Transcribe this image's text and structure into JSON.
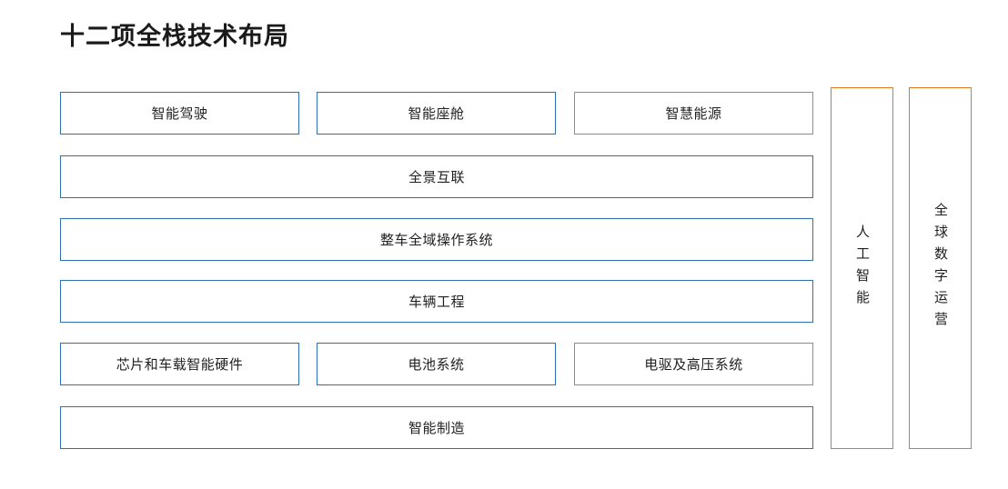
{
  "title": "十二项全栈技术布局",
  "colors": {
    "blue": "#2f6fb5",
    "orange": "#e07820",
    "text": "#1f1f1f"
  },
  "rows": [
    {
      "row_index": 0,
      "cells": [
        {
          "label": "智能驾驶",
          "color": "blue"
        },
        {
          "label": "智能座舱",
          "color": "blue"
        },
        {
          "label": "智慧能源",
          "color": "orange"
        }
      ]
    },
    {
      "row_index": 1,
      "cells": [
        {
          "label": "全景互联",
          "color": "blue"
        }
      ]
    },
    {
      "row_index": 2,
      "cells": [
        {
          "label": "整车全域操作系统",
          "color": "blue"
        }
      ]
    },
    {
      "row_index": 3,
      "cells": [
        {
          "label": "车辆工程",
          "color": "blue"
        }
      ]
    },
    {
      "row_index": 4,
      "cells": [
        {
          "label": "芯片和车载智能硬件",
          "color": "blue"
        },
        {
          "label": "电池系统",
          "color": "blue"
        },
        {
          "label": "电驱及高压系统",
          "color": "orange"
        }
      ]
    },
    {
      "row_index": 5,
      "cells": [
        {
          "label": "智能制造",
          "color": "blue"
        }
      ]
    }
  ],
  "side_columns": [
    {
      "label": "人工智能",
      "color": "orange"
    },
    {
      "label": "全球数字运营",
      "color": "orange"
    }
  ]
}
